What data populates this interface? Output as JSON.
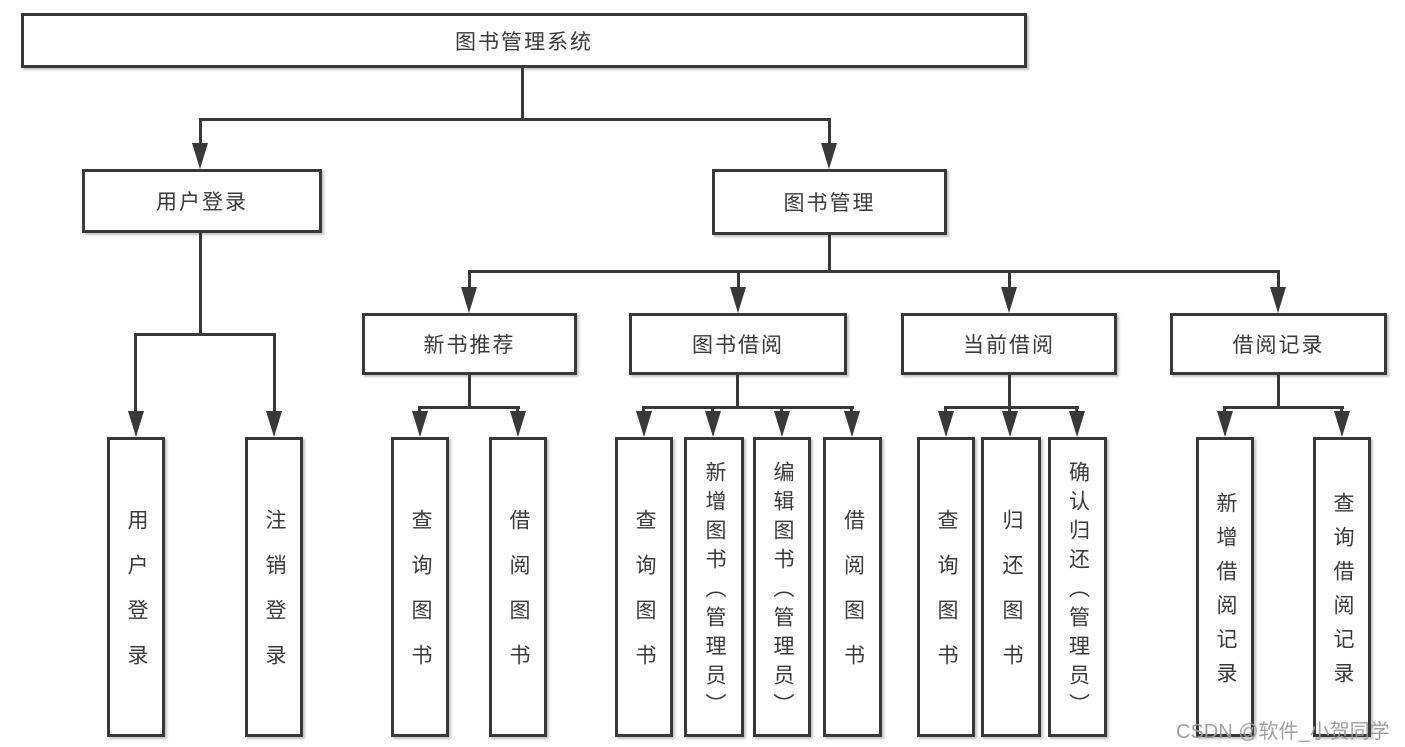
{
  "diagram": {
    "title_node": "图书管理系统",
    "level2": [
      {
        "label": "用户登录"
      },
      {
        "label": "图书管理"
      }
    ],
    "level3": [
      {
        "label": "新书推荐"
      },
      {
        "label": "图书借阅"
      },
      {
        "label": "当前借阅"
      },
      {
        "label": "借阅记录"
      }
    ],
    "leaves": [
      {
        "group": "用户登录",
        "items": [
          "用户登录",
          "注销登录"
        ]
      },
      {
        "group": "新书推荐",
        "items": [
          "查询图书",
          "借阅图书"
        ]
      },
      {
        "group": "图书借阅",
        "items": [
          "查询图书",
          "新增图书（管理员）",
          "编辑图书（管理员）",
          "借阅图书"
        ]
      },
      {
        "group": "当前借阅",
        "items": [
          "查询图书",
          "归还图书",
          "确认归还（管理员）"
        ]
      },
      {
        "group": "借阅记录",
        "items": [
          "新增借阅记录",
          "查询借阅记录"
        ]
      }
    ],
    "watermark": "CSDN @软件_小贺同学",
    "colors": {
      "line": "#383838",
      "border": "#383838",
      "text": "#3a3a3a",
      "watermark": "#9b9b9b",
      "background": "#ffffff"
    }
  }
}
